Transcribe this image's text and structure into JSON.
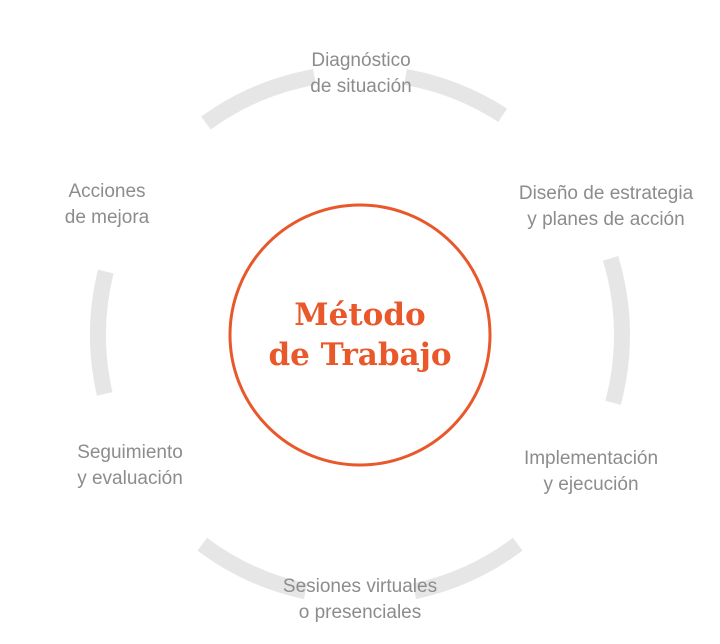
{
  "center": {
    "line1": "Método",
    "line2": "de Trabajo"
  },
  "stages": [
    {
      "line1": "Diagnóstico",
      "line2": "de situación"
    },
    {
      "line1": "Diseño de estrategia",
      "line2": "y planes de acción"
    },
    {
      "line1": "Implementación",
      "line2": "y ejecución"
    },
    {
      "line1": "Sesiones virtuales",
      "line2": "o presenciales"
    },
    {
      "line1": "Seguimiento",
      "line2": "y evaluación"
    },
    {
      "line1": "Acciones",
      "line2": "de mejora"
    }
  ],
  "colors": {
    "accent": "#e8582a",
    "ring": "#e6e6e6",
    "label": "#8c8c8c"
  }
}
